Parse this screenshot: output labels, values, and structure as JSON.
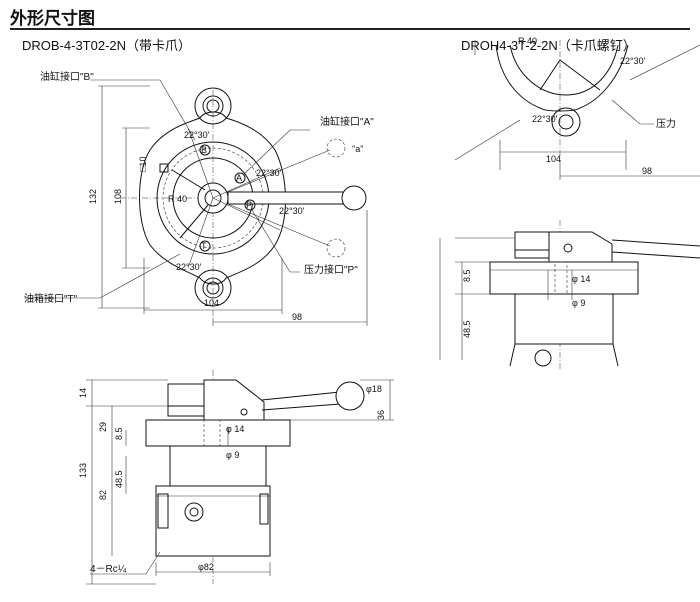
{
  "title": "外形尺寸图",
  "models": {
    "left": "DROB-4-3T02-2N（带卡爪）",
    "right": "DROH4-3T-2-2N（卡爪螺钉）"
  },
  "labels": {
    "port_b": "油缸接口\"B\"",
    "port_a": "油缸接口\"A\"",
    "port_p": "压力接口\"P\"",
    "port_t": "油箱接口\"T\"",
    "port_p_right": "压力",
    "a_mark": "\"a\"",
    "threads": "4－Rc¼"
  },
  "dims": {
    "d132": "132",
    "d108": "108",
    "d104": "104",
    "d98": "98",
    "r40": "R 40",
    "sq10": "□10",
    "ang": "22°30'",
    "d14": "14",
    "d29": "29",
    "d8_5": "8.5",
    "d48_5": "48.5",
    "d82": "82",
    "d133": "133",
    "d36": "36",
    "phi18": "φ18",
    "phi14": "φ 14",
    "phi9": "φ 9",
    "phi82": "φ82",
    "r_d104": "104",
    "r_d98": "98",
    "r_r40": "R 40",
    "r_ang1": "22°30'",
    "r_ang2": "22°30'",
    "r_d8_5": "8.5",
    "r_d48_5": "48.5",
    "r_phi14": "φ 14",
    "r_phi9": "φ 9"
  }
}
